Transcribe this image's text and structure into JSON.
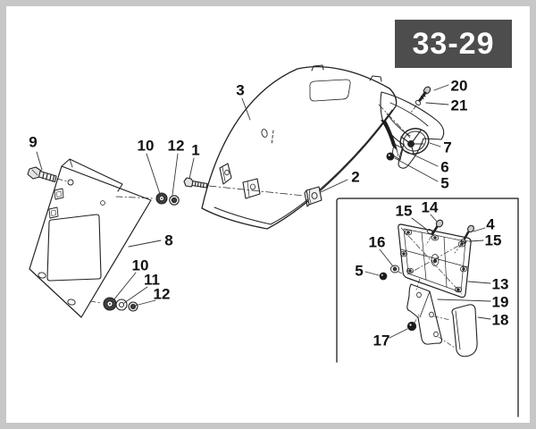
{
  "page": {
    "code": "33-29"
  },
  "colors": {
    "badge_bg": "#4d4d4d",
    "badge_text": "#ffffff",
    "line": "#222222",
    "frame": "#c7c7c7"
  },
  "callouts": [
    {
      "label": "9"
    },
    {
      "label": "10"
    },
    {
      "label": "12"
    },
    {
      "label": "1"
    },
    {
      "label": "3"
    },
    {
      "label": "2"
    },
    {
      "label": "20"
    },
    {
      "label": "21"
    },
    {
      "label": "7"
    },
    {
      "label": "6"
    },
    {
      "label": "5"
    },
    {
      "label": "8"
    },
    {
      "label": "10"
    },
    {
      "label": "11"
    },
    {
      "label": "12"
    },
    {
      "label": "15"
    },
    {
      "label": "14"
    },
    {
      "label": "4"
    },
    {
      "label": "15"
    },
    {
      "label": "16"
    },
    {
      "label": "5"
    },
    {
      "label": "13"
    },
    {
      "label": "19"
    },
    {
      "label": "18"
    },
    {
      "label": "17"
    }
  ]
}
